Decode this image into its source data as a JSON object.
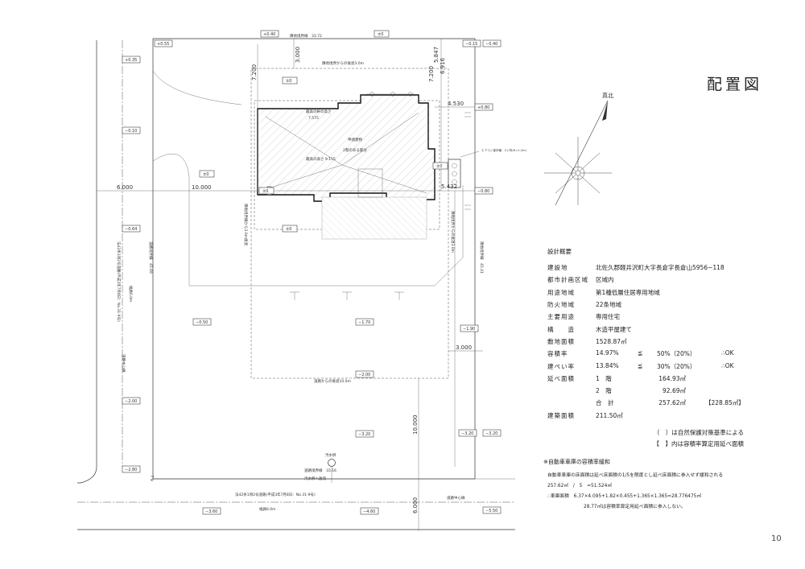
{
  "title": "配置図",
  "page_number": "10",
  "north_label": "真北",
  "plan": {
    "labels": {
      "boundary_top": "隣地境界線　33.72",
      "setback_neighbor": "隣地境界からの後退3.0m",
      "eaves_height": "最高の軒の高さ",
      "eaves_height_value": "7.575",
      "building_name": "申請建物",
      "two_story_part": "2階のある部分",
      "max_height": "最高の高さ 9.155",
      "setback_road": "道路からの後退10.0m",
      "sewer": "汚水桝",
      "road_boundary": "道路境界線　33.16",
      "sewer_discharge": "汚水桝へ放流",
      "road_north": "法42条1項2号道路(平成3年7月8日：No.31-9号)",
      "road_width": "幅員6.0m",
      "road_center": "道路中心線",
      "road_west": "法42条1項2号道路(平成3年7月8日：No.31-9号)",
      "road_west_width": "幅員6.0m",
      "road_west_center": "道路中心線",
      "neighbor_east": "隣地境界線　45.41",
      "setback_east": "隣地境界からの後退3.0m",
      "setback_west": "隣地境界線から3.0m後退",
      "road_boundary_west": "道路境界線　45.69",
      "utility_note": "エアコン室外機　2ヶ所(H=1.2m)"
    },
    "dims": {
      "d_3000_top": "3.000",
      "d_7200_left": "7.200",
      "d_7200_right": "7.200",
      "d_5847": "5.847",
      "d_6916": "6.916",
      "d_4530": "4.530",
      "d_6000_left": "6.000",
      "d_10000": "10.000",
      "d_5432": "5.432",
      "d_3000_right": "3.000",
      "d_10000_bottom": "10.000",
      "d_6000_bottom": "6.000",
      "d_61": "6.1"
    },
    "tags": {
      "t_top_040": "+0.40",
      "t_top_055": "+0.55",
      "t_top_pm0_a": "±0",
      "t_top_015": "−0.15",
      "t_top_040b": "−0.40",
      "t_035": "+0.35",
      "t_pm0_b": "±0",
      "t_080_a": "+0.80",
      "t_010": "−0.10",
      "t_pm0_c": "±0",
      "t_pm0_d": "±0",
      "t_pm0_e": "±0",
      "t_080_b": "−0.80",
      "t_064": "−0.64",
      "t_pm0_f": "±0",
      "t_050": "−0.50",
      "t_170": "−1.70",
      "t_190": "−1.90",
      "t_200_a": "−2.00",
      "t_200_b": "−2.00",
      "t_320_a": "−3.20",
      "t_320_b": "−3.20",
      "t_320_c": "−3.20",
      "t_280": "−2.80",
      "t_360": "−3.60",
      "t_460": "−4.60",
      "t_550": "−5.50"
    }
  },
  "spec": {
    "header": "設計概要",
    "rows": [
      {
        "key": "建設地",
        "value": "北佐久郡軽井沢町大字長倉字長倉山5956−118"
      },
      {
        "key": "都市計画区域",
        "value": "区域内"
      },
      {
        "key": "用途地域",
        "value": "第1種低層住居専用地域"
      },
      {
        "key": "防火地域",
        "value": "22条地域"
      },
      {
        "key": "主要用途",
        "value": "専用住宅"
      },
      {
        "key": "構　　造",
        "value": "木造平屋建て"
      },
      {
        "key": "敷地面積",
        "value": "1528.87㎡"
      }
    ],
    "far": {
      "key": "容積率",
      "v1": "14.97%",
      "v2": "≦",
      "v3": "50%（20%）",
      "v4": "∴OK"
    },
    "bcr": {
      "key": "建ぺい率",
      "v1": "13.84%",
      "v2": "≦",
      "v3": "30%（20%）",
      "v4": "∴OK"
    },
    "floor": {
      "key": "延べ面積",
      "f1_label": "1　階",
      "f1_value": "164.93㎡",
      "f2_label": "2　階",
      "f2_value": "92.69㎡",
      "total_label": "合　計",
      "total_value": "257.62㎡",
      "total_alt": "【228.85㎡】"
    },
    "building_area": {
      "key": "建築面積",
      "value": "211.50㎡"
    }
  },
  "notes": [
    "（　）は自然保護対策基準による",
    "【　】内は容積率算定用延べ面積"
  ],
  "parking": {
    "title": "※自動車車庫の容積率緩和",
    "lines": [
      "自動車車庫の床面積は延べ床面積の1/5を限度とし延べ床面積に参入せず緩和される",
      "257.62㎡　/　5　=51.524㎡",
      "∴車庫面積　6.37×4.095+1.82×0.455+1.365×1.365=28.776475㎡",
      "28.77㎡は容積率算定用延べ面積に参入しない。"
    ]
  }
}
